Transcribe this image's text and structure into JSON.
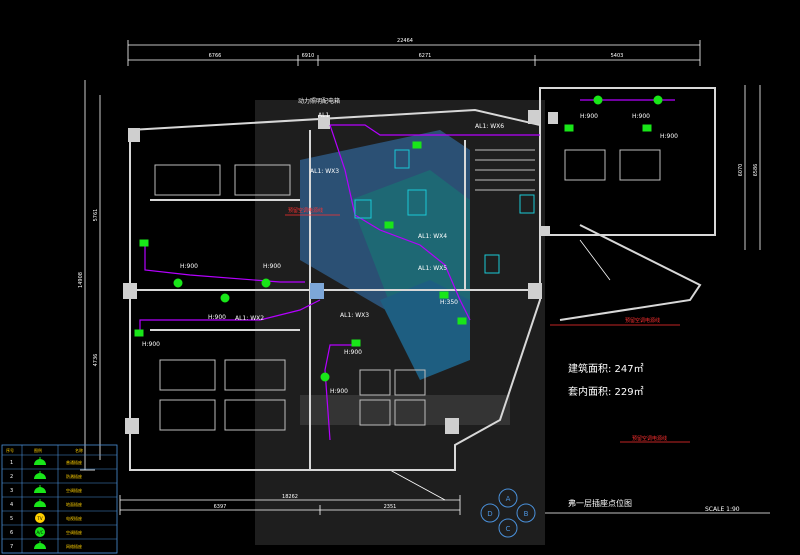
{
  "drawing": {
    "title": "弗一层插座点位图",
    "scale": "SCALE 1:90",
    "building_area": "建筑面积: 247㎡",
    "interior_area": "套内面积: 229㎡",
    "panel_label": "动力照明配电箱",
    "panel_id": "AL1",
    "circuits": [
      "AL1: WX6",
      "AL1: WX3",
      "AL1: WX4",
      "AL1: WX5",
      "AL1: WX2",
      "AL1: WX3"
    ],
    "heights": [
      "H:900",
      "H:900",
      "H:900",
      "H:900",
      "H:900",
      "H:900",
      "H:900",
      "H:350",
      "H:900",
      "H:900"
    ],
    "notes": [
      "预留空调电源线",
      "预留空调电源线",
      "预留空调电源线"
    ],
    "dims_top": [
      "22464",
      "6766",
      "6910",
      "6271",
      "5403"
    ],
    "dims_bottom": [
      "18262",
      "6397",
      "2351"
    ],
    "dims_left": [
      "14908",
      "5761",
      "4736"
    ],
    "dims_right": [
      "6070",
      "6586"
    ],
    "compass_letters": [
      "A",
      "B",
      "C",
      "D"
    ]
  },
  "legend": {
    "headers": [
      "序号",
      "图例",
      "名称"
    ],
    "rows": [
      {
        "no": "1",
        "symbol": "outlet",
        "name": "普通插座"
      },
      {
        "no": "2",
        "symbol": "outlet-hi",
        "name": "防溅插座"
      },
      {
        "no": "3",
        "symbol": "outlet-3",
        "name": "空调插座"
      },
      {
        "no": "4",
        "symbol": "outlet-4",
        "name": "地面插座"
      },
      {
        "no": "5",
        "symbol": "tv",
        "name": "电视插座"
      },
      {
        "no": "6",
        "symbol": "ac",
        "name": "空调插座"
      },
      {
        "no": "7",
        "symbol": "phone",
        "name": "网络插座"
      }
    ],
    "symbol_labels": {
      "tv": "TV",
      "ac": "A/C"
    }
  },
  "colors": {
    "wall": "#d8d8d8",
    "circuit": "#b400ff",
    "outlet": "#19e619",
    "dimension": "#ffffff",
    "cyan": "#19c9d6",
    "note": "#ff3030"
  }
}
